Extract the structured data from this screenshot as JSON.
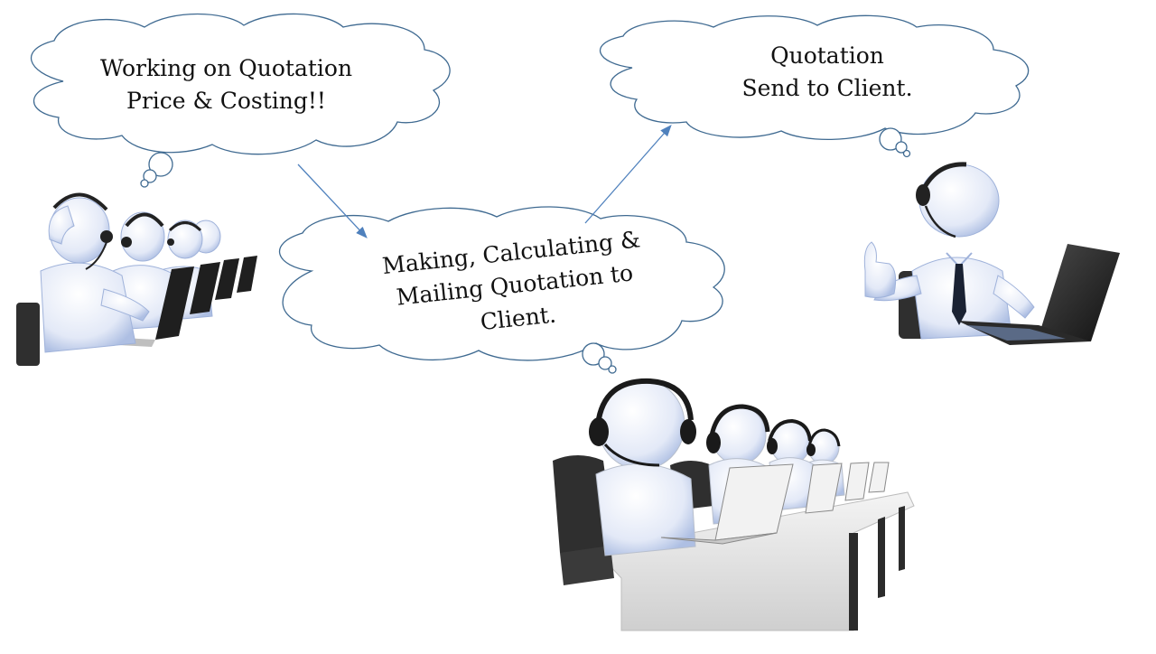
{
  "clouds": {
    "working": {
      "lines": [
        "Working on Quotation",
        "Price & Costing!!"
      ]
    },
    "making": {
      "lines": [
        "Making, Calculating &",
        "Mailing Quotation to",
        "Client."
      ]
    },
    "sent": {
      "lines": [
        "Quotation",
        "Send to Client."
      ]
    }
  },
  "colors": {
    "cloud_stroke": "#3f6a91",
    "arrow": "#4f81bd",
    "figure_fill": "#eef2fb",
    "figure_shade": "#b9c8e8",
    "headset": "#222222",
    "laptop": "#2a2a2a",
    "chair": "#2f2f2f",
    "desk": "#e6e6e6",
    "tie": "#1a2233"
  },
  "icons": {
    "group_left": "call-center-team-icon",
    "group_bottom": "call-center-row-icon",
    "agent_right": "thumbs-up-agent-icon"
  }
}
